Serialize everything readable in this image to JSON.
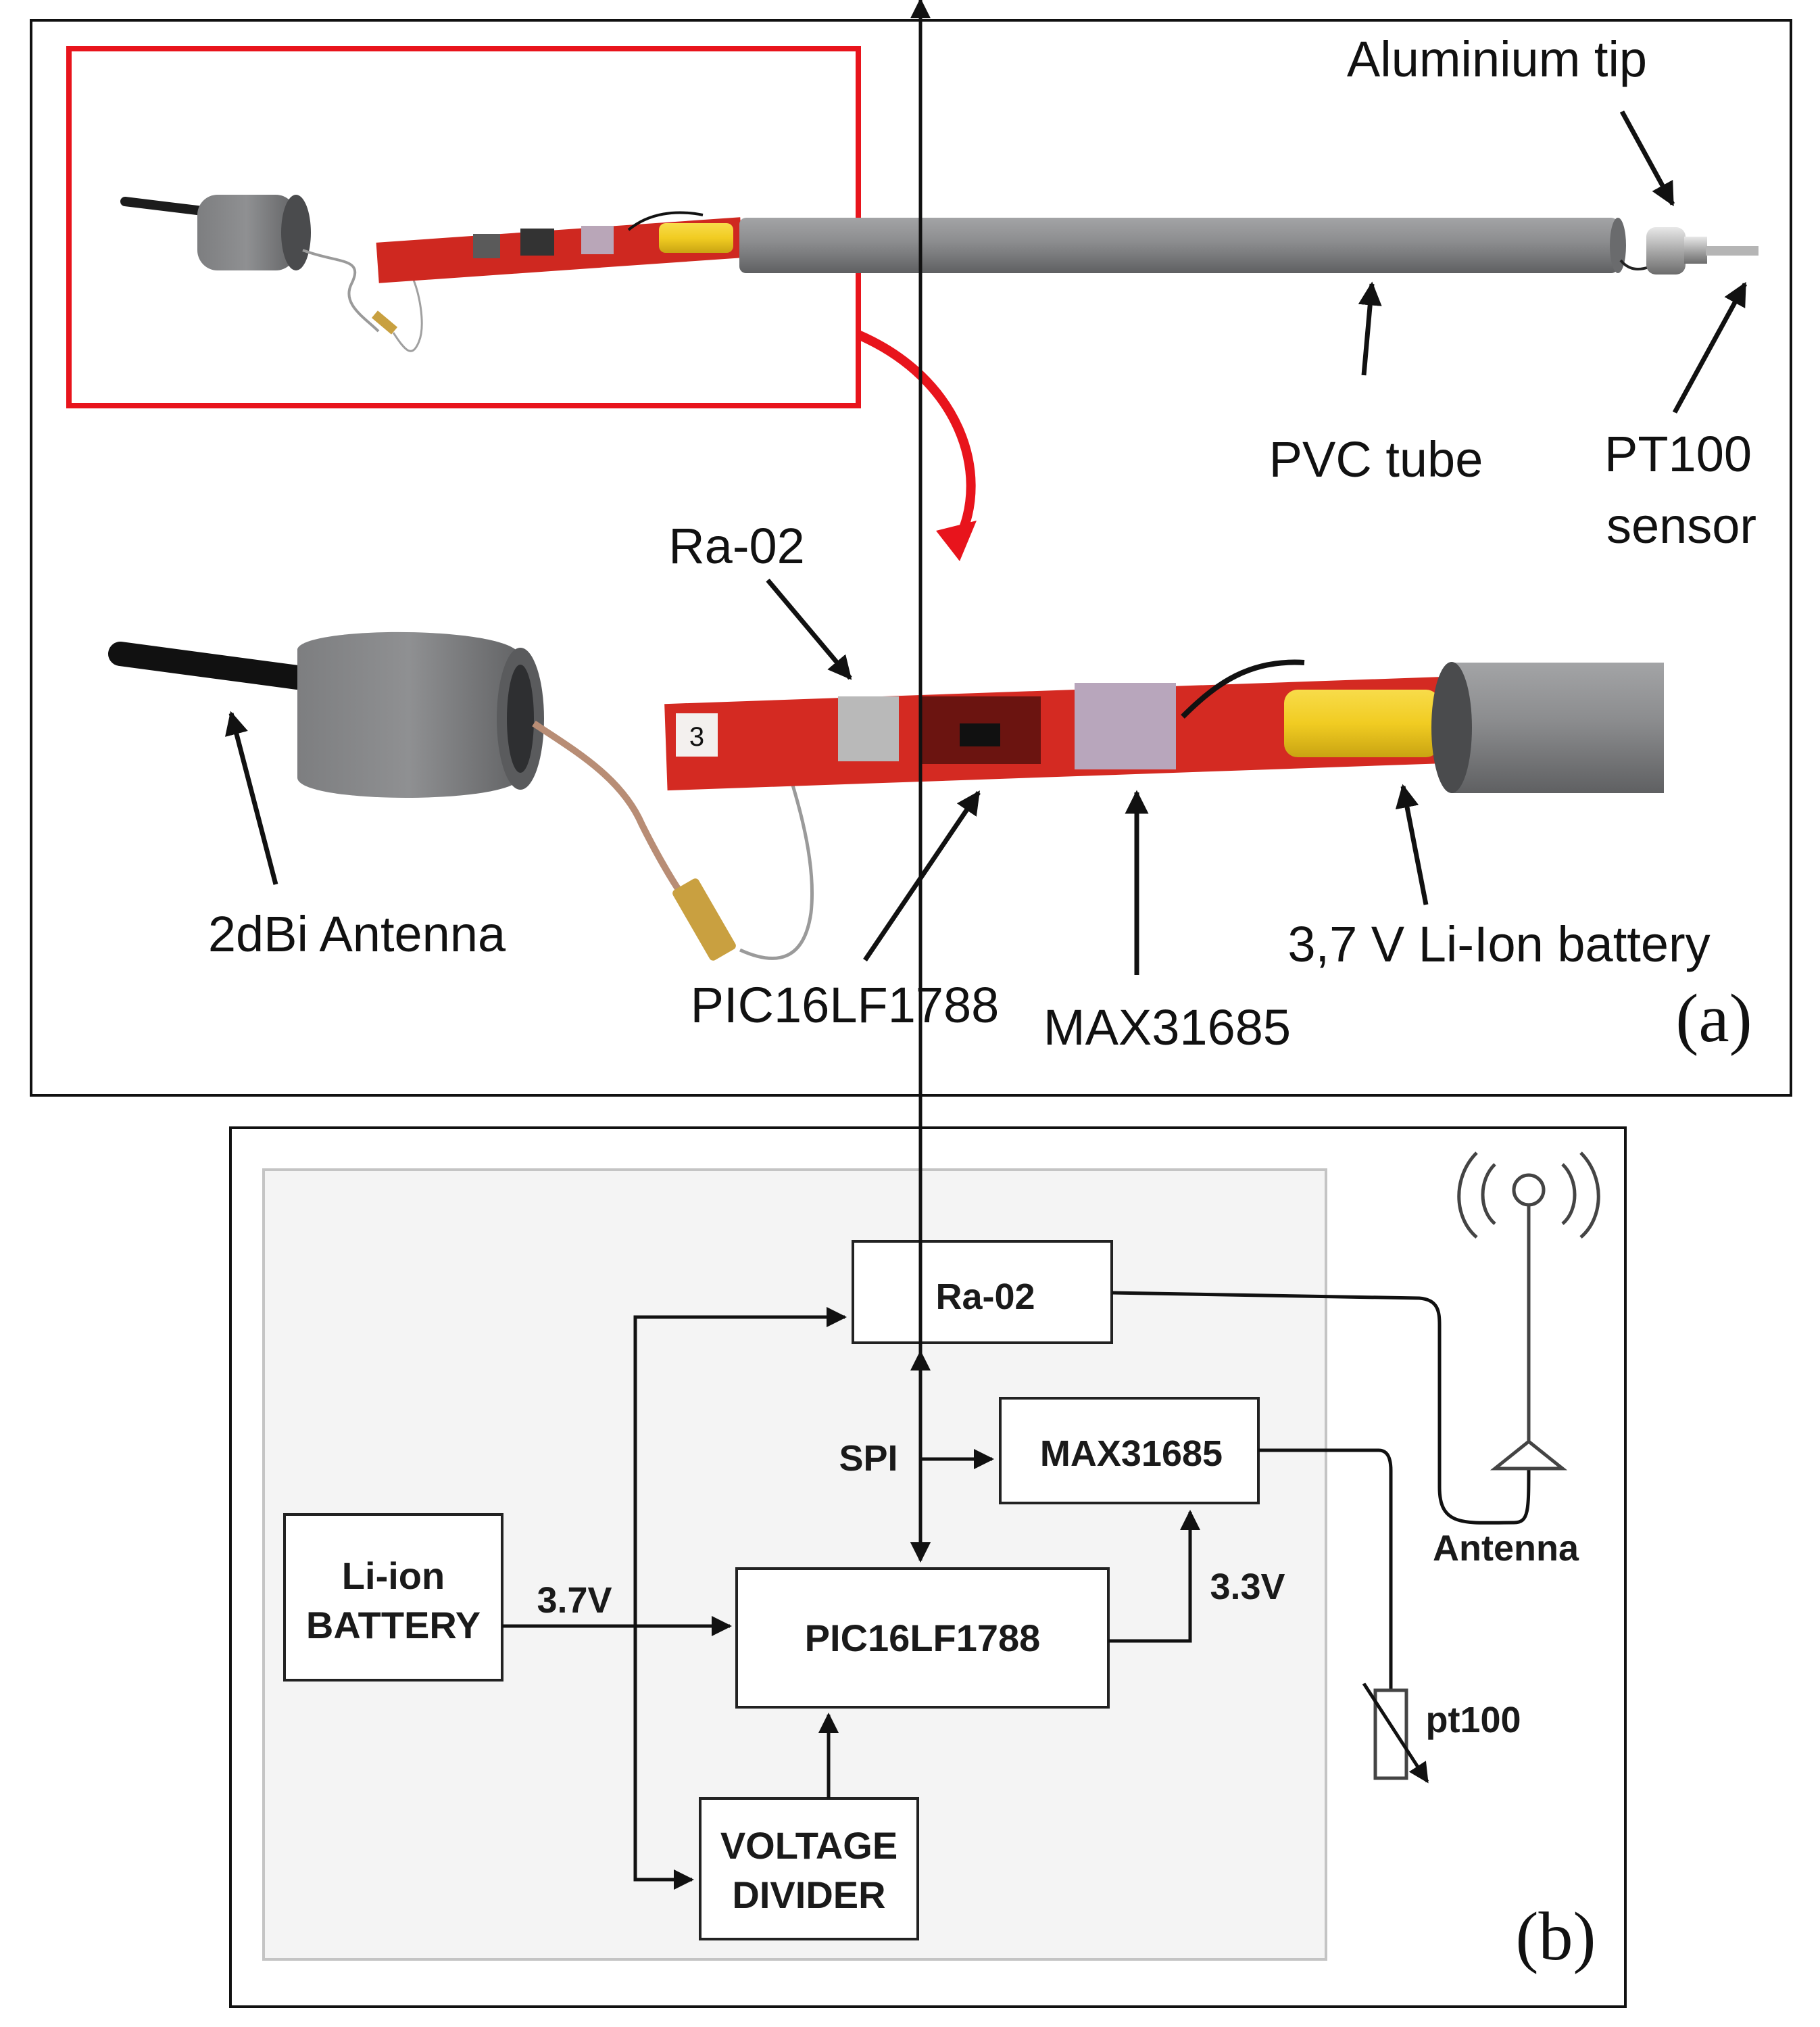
{
  "panel_a": {
    "labels": {
      "aluminium_tip": "Aluminium tip",
      "pvc_tube": "PVC tube",
      "pt100_line1": "PT100",
      "pt100_line2": "sensor",
      "ra02": "Ra-02",
      "antenna": "2dBi Antenna",
      "pic": "PIC16LF1788",
      "max": "MAX31685",
      "battery": "3,7 V Li-Ion battery",
      "board_number": "3"
    },
    "tag": "(a)",
    "colors": {
      "highlight": "#e8141c",
      "pcb": "#d42a22",
      "tube": "#8a8b8d",
      "cell": "#f1cc22"
    }
  },
  "panel_b": {
    "blocks": {
      "ra02": "Ra-02",
      "max": "MAX31685",
      "battery_line1": "Li-ion",
      "battery_line2": "BATTERY",
      "pic": "PIC16LF1788",
      "divider_line1": "VOLTAGE",
      "divider_line2": "DIVIDER"
    },
    "labels": {
      "spi": "SPI",
      "v37": "3.7V",
      "v33": "3.3V",
      "antenna": "Antenna",
      "pt100": "pt100"
    },
    "tag": "(b)",
    "colors": {
      "background": "#f4f4f4"
    }
  }
}
